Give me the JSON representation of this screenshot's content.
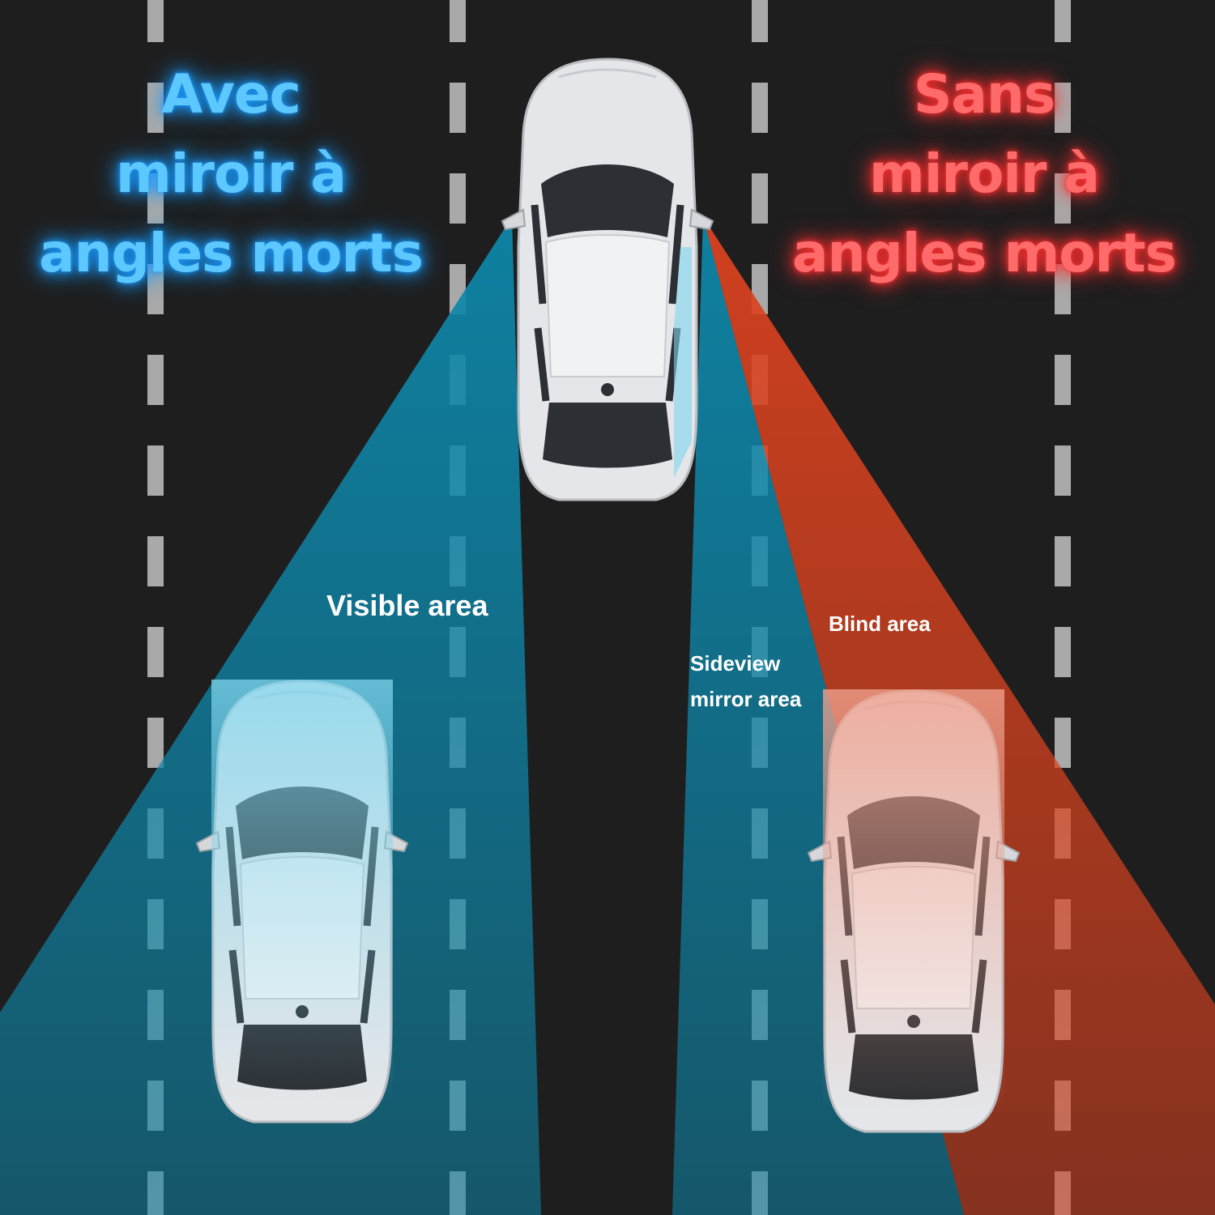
{
  "titles": {
    "with_mirror": [
      "Avec",
      "miroir à",
      "angles morts"
    ],
    "without_mirror": [
      "Sans",
      "miroir à",
      "angles morts"
    ]
  },
  "labels": {
    "visible_area": "Visible area",
    "blind_area": "Blind area",
    "sideview_line1": "Sideview",
    "sideview_line2": "mirror area"
  },
  "colors": {
    "road": "#1e1e1f",
    "lane_marking": "#a9a9a9",
    "visible_zone": "#0e86a8",
    "blind_zone": "#d9421f",
    "title_with": "#5cc8ff",
    "title_with_glow": "#1a9bff",
    "title_without": "#ff6b6b",
    "title_without_glow": "#ff3030",
    "car_body": "#e4e6e9",
    "car_glass": "#2c2f33",
    "car_tint_blue": "#7fd6ee",
    "car_tint_red": "#f0a08c"
  }
}
